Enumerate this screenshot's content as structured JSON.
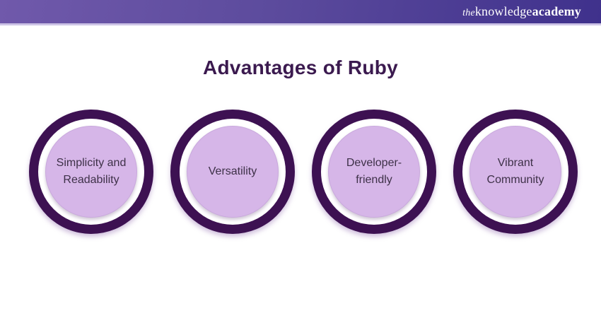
{
  "header": {
    "logo": {
      "the": "the",
      "knowledge": "knowledge",
      "academy": "academy"
    },
    "gradient_left": "#7059ab",
    "gradient_right": "#3f318c",
    "underline_color": "#cdc4e6"
  },
  "title": "Advantages of Ruby",
  "title_color": "#3b1a4f",
  "circles": [
    {
      "label": "Simplicity and\nReadability"
    },
    {
      "label": "Versatility"
    },
    {
      "label": "Developer-\nfriendly"
    },
    {
      "label": "Vibrant\nCommunity"
    }
  ],
  "circle_colors": {
    "ring": "#3d1152",
    "gap": "#ffffff",
    "fill": "#d6b6e8",
    "text": "#3e3148"
  }
}
